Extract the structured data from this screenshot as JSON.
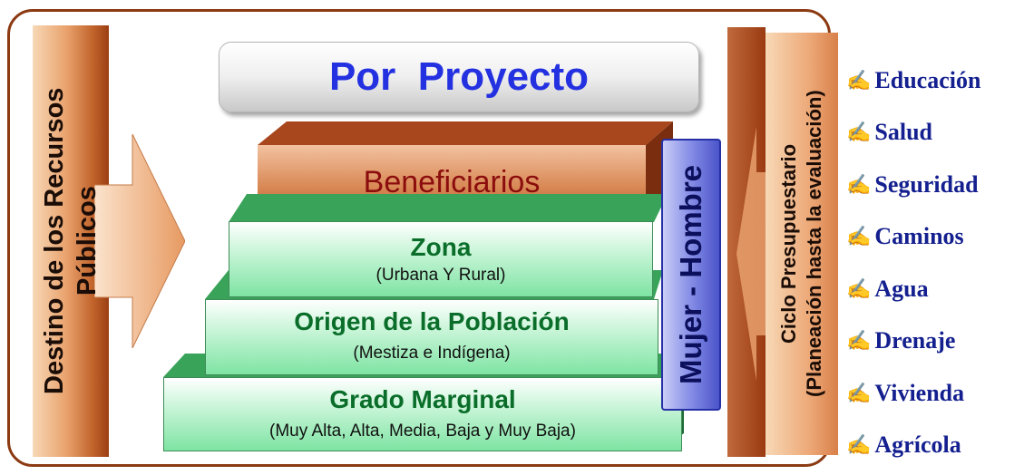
{
  "diagram": {
    "left_bar": {
      "line1": "Destino de los Recursos",
      "line2": "Públicos"
    },
    "title": "Por  Proyecto",
    "beneficiaries": "Beneficiarios",
    "levels": [
      {
        "title": "Zona",
        "subtitle": "(Urbana Y Rural)"
      },
      {
        "title": "Origen de la Población",
        "subtitle": "(Mestiza e Indígena)"
      },
      {
        "title": "Grado Marginal",
        "subtitle": "(Muy Alta, Alta, Media, Baja y Muy Baja)"
      }
    ],
    "gender_bar": "Mujer - Hombre",
    "cycle_bar": {
      "line1": "Ciclo Presupuestario",
      "line2": "(Planeación hasta la evaluación)"
    },
    "sectors": [
      "Educación",
      "Salud",
      "Seguridad",
      "Caminos",
      "Agua",
      "Drenaje",
      "Vivienda",
      "Agrícola"
    ],
    "sector_icon": "writing-hand-icon",
    "colors": {
      "frame": "#8b3a12",
      "title_text": "#2431e0",
      "beneficiaries_text": "#8b0d0d",
      "level_title": "#0a6e2a",
      "sector_text": "#14208f",
      "gender_bar": "#4b54c9"
    }
  }
}
